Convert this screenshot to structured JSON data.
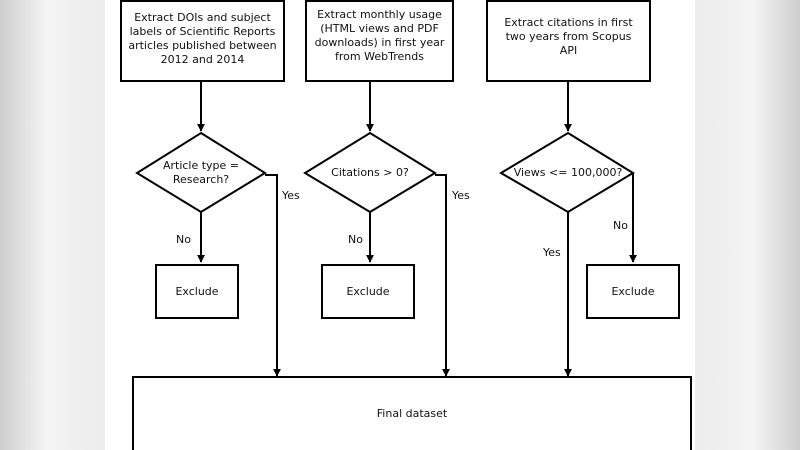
{
  "flowchart": {
    "columns": [
      {
        "source_text": "Extract DOIs and subject labels of Scientific Reports articles published between 2012 and 2014",
        "decision_text": "Article type = Research?",
        "yes_label": "Yes",
        "no_label": "No",
        "exclude_text": "Exclude"
      },
      {
        "source_text": "Extract monthly usage (HTML views and PDF downloads) in first year from WebTrends",
        "decision_text": "Citations > 0?",
        "yes_label": "Yes",
        "no_label": "No",
        "exclude_text": "Exclude"
      },
      {
        "source_text": "Extract citations in first two years from Scopus API",
        "decision_text": "Views <= 100,000?",
        "yes_label": "Yes",
        "no_label": "No",
        "exclude_text": "Exclude"
      }
    ],
    "final_text": "Final dataset"
  }
}
